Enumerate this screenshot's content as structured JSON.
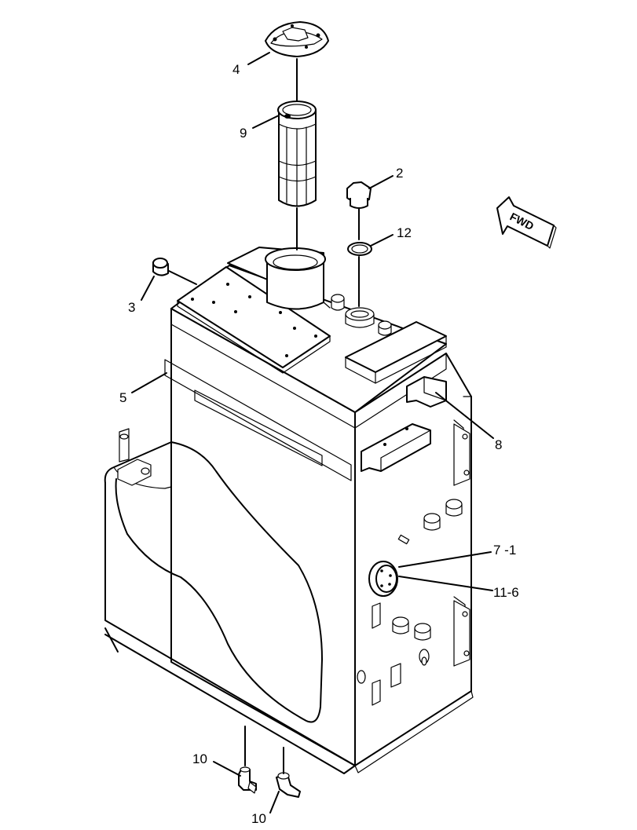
{
  "callouts": [
    "4",
    "9",
    "2",
    "12",
    "3",
    "5",
    "8",
    "7 -1",
    "11-6",
    "10",
    "10"
  ],
  "direction_arrow": {
    "text": "FWD"
  }
}
